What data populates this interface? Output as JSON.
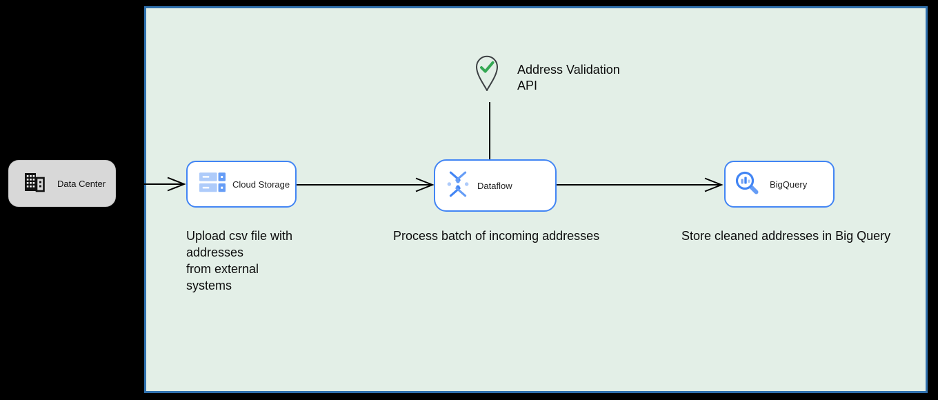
{
  "colors": {
    "canvas-bg": "#000000",
    "boundary-fill": "#e3efe7",
    "boundary-border": "#3071ae",
    "node-border": "#4285f4",
    "datacenter-fill": "#d8d8d8",
    "blue": "#4285f4",
    "blue-mid": "#669df6",
    "blue-light": "#aecbfa",
    "green-check": "#34a853",
    "pin-outline": "#3c4043",
    "connector": "#000000"
  },
  "external": {
    "data_center_label": "Data Center"
  },
  "api": {
    "label": "Address Validation\nAPI"
  },
  "nodes": {
    "cloud_storage": {
      "label": "Cloud Storage",
      "caption": "Upload csv file with\naddresses\nfrom external\nsystems"
    },
    "dataflow": {
      "label": "Dataflow",
      "caption": "Process batch of incoming addresses"
    },
    "bigquery": {
      "label": "BigQuery",
      "caption": "Store cleaned addresses in Big Query"
    }
  }
}
